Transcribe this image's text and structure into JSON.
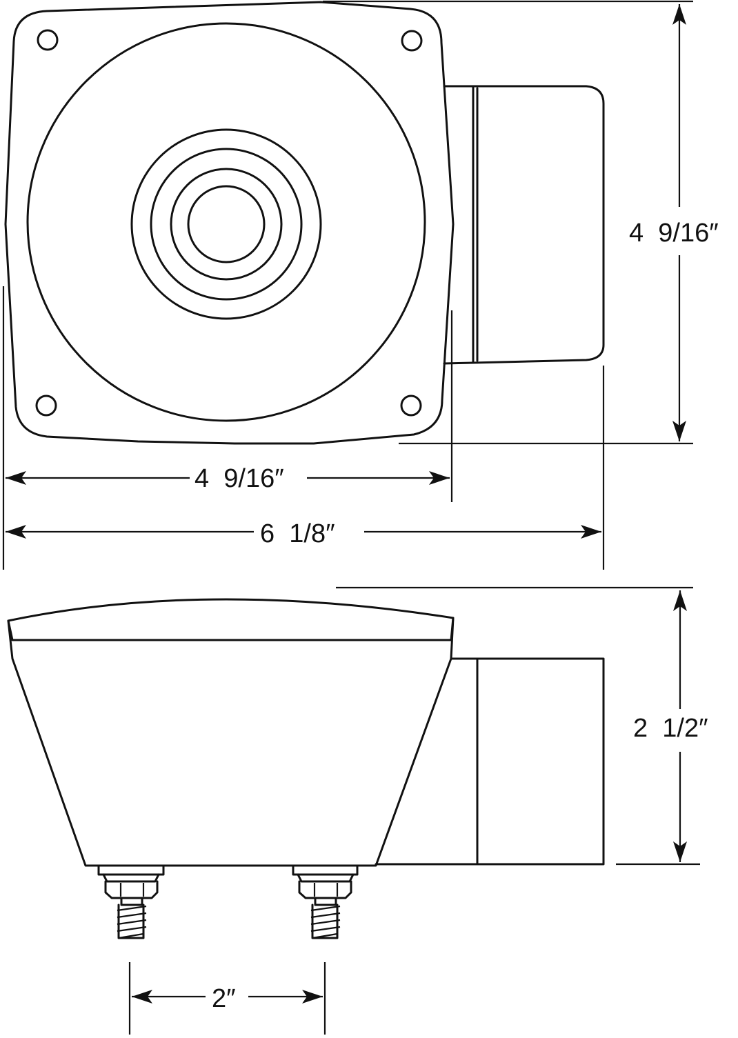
{
  "diagram": {
    "colors": {
      "line": "#111111",
      "background": "#ffffff"
    },
    "dimensions": {
      "front_height": "4  9/16″",
      "front_width": "4  9/16″",
      "overall_width": "6  1/8″",
      "side_height": "2  1/2″",
      "stud_spacing": "2″"
    }
  }
}
